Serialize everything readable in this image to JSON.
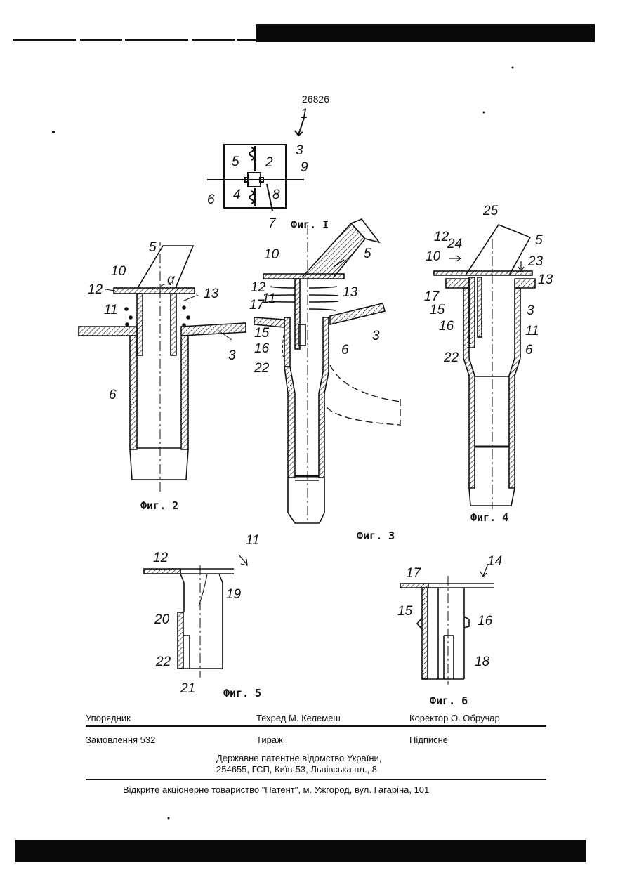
{
  "patent_number": "26826",
  "figures": {
    "fig1": {
      "caption": "Фиг. I",
      "labels": [
        "1",
        "2",
        "3",
        "4",
        "5",
        "6",
        "7",
        "8",
        "9"
      ]
    },
    "fig2": {
      "caption": "Фиг. 2",
      "labels": [
        "5",
        "10",
        "12",
        "11",
        "13",
        "3",
        "6"
      ],
      "angle_label": "α"
    },
    "fig3": {
      "caption": "Фиг. 3",
      "labels": [
        "10",
        "5",
        "12",
        "11",
        "13",
        "17",
        "15",
        "16",
        "22",
        "6",
        "3"
      ]
    },
    "fig4": {
      "caption": "Фиг. 4",
      "labels": [
        "25",
        "5",
        "12",
        "24",
        "10",
        "23",
        "13",
        "17",
        "15",
        "16",
        "3",
        "11",
        "22",
        "6"
      ]
    },
    "fig5": {
      "caption": "Фиг. 5",
      "labels": [
        "12",
        "11",
        "19",
        "20",
        "22",
        "21"
      ]
    },
    "fig6": {
      "caption": "Фиг. 6",
      "labels": [
        "17",
        "14",
        "15",
        "16",
        "18"
      ]
    }
  },
  "footer": {
    "compiler_label": "Упорядник",
    "tech_editor": "Техред М. Келемеш",
    "proofreader": "Коректор О. Обручар",
    "order": "Замовлення 532",
    "circulation": "Тираж",
    "subscription": "Підписне",
    "office_line1": "Державне патентне відомство України,",
    "office_line2": "254655, ГСП, Київ-53, Львівська пл., 8",
    "publisher": "Відкрите акціонерне товариство \"Патент\", м. Ужгород, вул. Гагаріна, 101"
  }
}
